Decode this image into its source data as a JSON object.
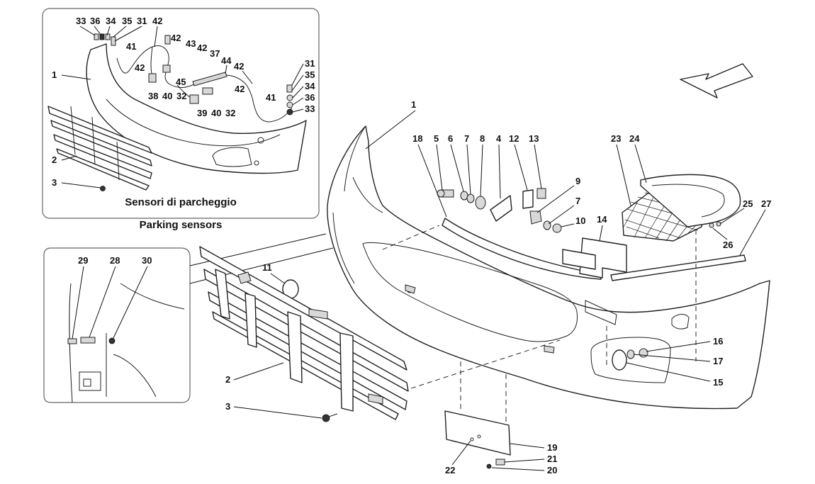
{
  "inset_parking": {
    "caption_it": "Sensori di parcheggio",
    "caption_en": "Parking sensors",
    "callouts": [
      "33",
      "36",
      "34",
      "35",
      "31",
      "42",
      "42",
      "43",
      "42",
      "41",
      "37",
      "44",
      "42",
      "42",
      "45",
      "38",
      "40",
      "32",
      "39",
      "40",
      "32",
      "41",
      "31",
      "35",
      "34",
      "36",
      "33",
      "1",
      "2",
      "3"
    ]
  },
  "inset_detail": {
    "callouts": [
      "29",
      "28",
      "30"
    ]
  },
  "main_view": {
    "callouts": [
      "1",
      "18",
      "5",
      "6",
      "7",
      "8",
      "4",
      "12",
      "13",
      "9",
      "7",
      "10",
      "14",
      "23",
      "24",
      "25",
      "27",
      "26",
      "11",
      "16",
      "17",
      "15",
      "2",
      "3",
      "19",
      "21",
      "20",
      "22"
    ]
  },
  "icons": [
    "direction-arrow-icon"
  ]
}
